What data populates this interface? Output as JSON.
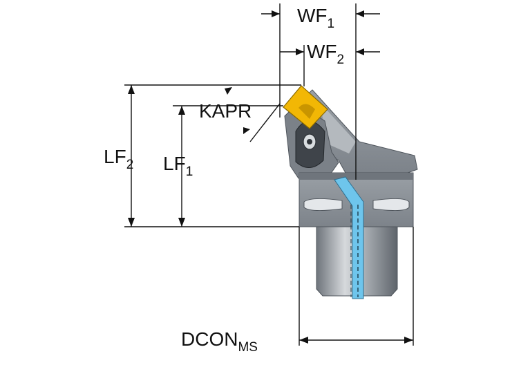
{
  "labels": {
    "wf1": {
      "main": "WF",
      "sub": "1"
    },
    "wf2": {
      "main": "WF",
      "sub": "2"
    },
    "kapr": {
      "main": "KAPR"
    },
    "lf2": {
      "main": "LF",
      "sub": "2"
    },
    "lf1": {
      "main": "LF",
      "sub": "1"
    },
    "dcon": {
      "main": "DCON",
      "sub": "MS"
    }
  },
  "colors": {
    "tool_body": "#8f959c",
    "tool_dark": "#5f656d",
    "tool_light": "#c4c8cc",
    "insert": "#f2b705",
    "coolant": "#6ec5ec",
    "line": "#111111"
  }
}
